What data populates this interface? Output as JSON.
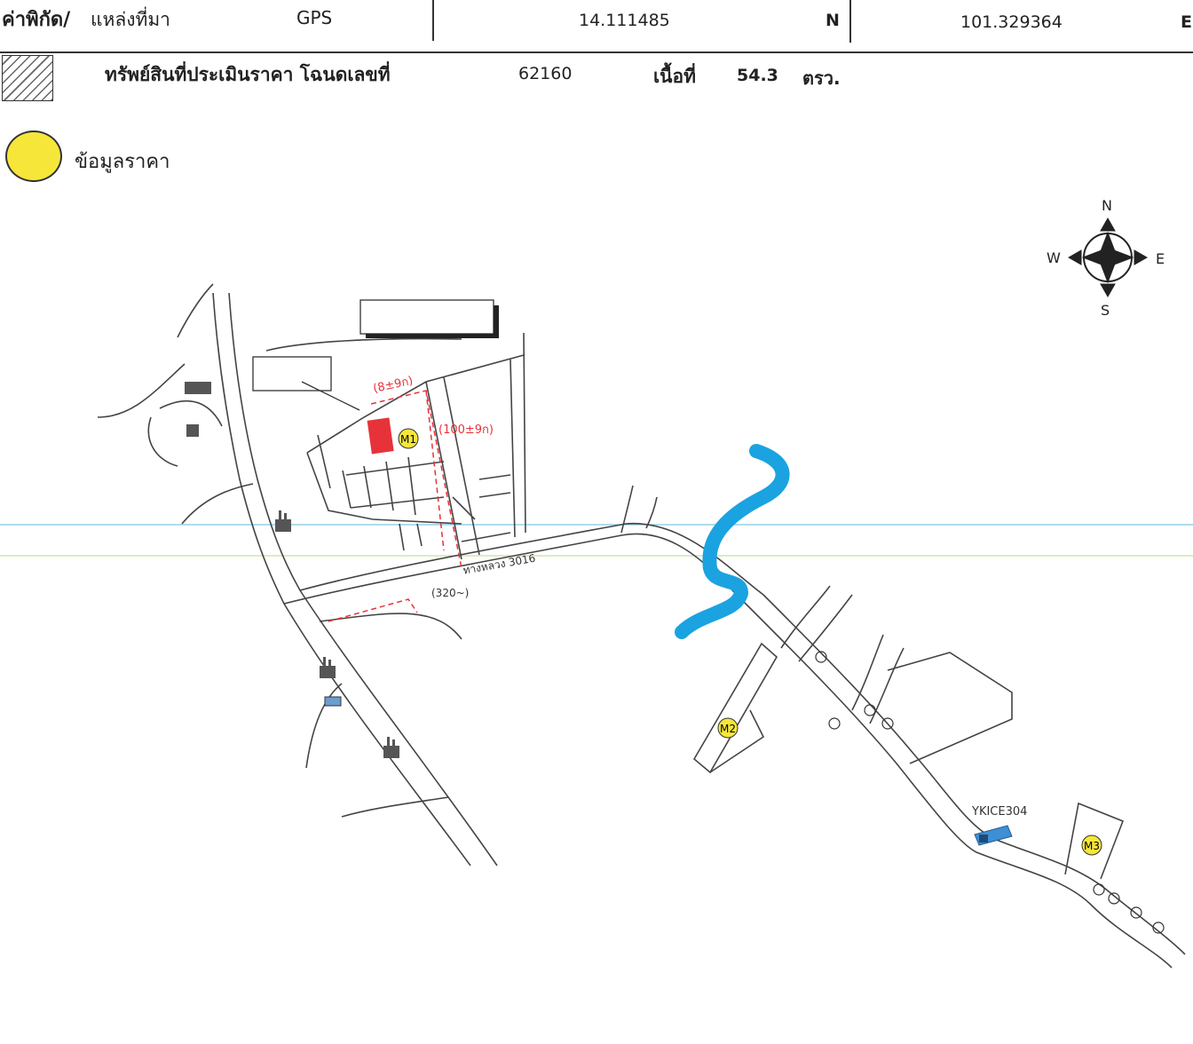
{
  "header": {
    "coord_label": "ค่าพิกัด/",
    "source_label": "แหล่งที่มา",
    "source_value": "GPS",
    "latitude": "14.111485",
    "lat_dir": "N",
    "longitude": "101.329364",
    "lon_dir": "E"
  },
  "legend": {
    "property_label": "ทรัพย์สินที่ประเมินราคา โฉนดเลขที่",
    "deed_number": "62160",
    "area_label": "เนื้อที่",
    "area_value": "54.3",
    "area_unit": "ตรว.",
    "price_label": "ข้อมูลราคา",
    "price_color": "#f7e63a"
  },
  "compass": {
    "n": "N",
    "s": "S",
    "e": "E",
    "w": "W"
  },
  "map": {
    "markers": [
      "M1",
      "M2",
      "M3"
    ],
    "building_label": "YKICE304",
    "dim_left": "(8±9ก)",
    "dim_right": "(100±9ก)",
    "dim_bottom": "(320~)",
    "road_label": "ทางหลวง 3016",
    "colors": {
      "river": "#1aa3e0",
      "subject": "#e8323a",
      "dashed": "#e8323a",
      "marker": "#f7e63a"
    }
  }
}
